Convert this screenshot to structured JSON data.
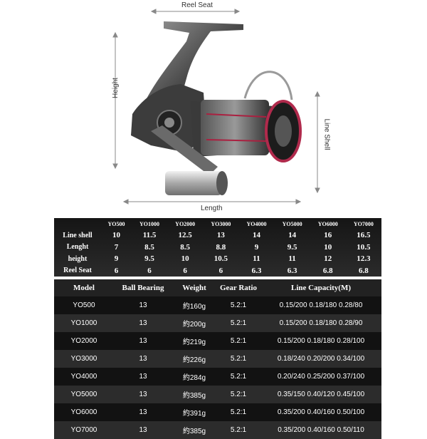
{
  "diagram": {
    "reel_seat": "Reel Seat",
    "height": "Height",
    "line_shell": "Line Shell",
    "length": "Length"
  },
  "spec_table": {
    "models": [
      "YO500",
      "YO1000",
      "YO2000",
      "YO3000",
      "YO4000",
      "YO5000",
      "YO6000",
      "YO7000"
    ],
    "rows": [
      {
        "label": "Line shell",
        "values": [
          "10",
          "11.5",
          "12.5",
          "13",
          "14",
          "14",
          "16",
          "16.5"
        ]
      },
      {
        "label": "Lenght",
        "values": [
          "7",
          "8.5",
          "8.5",
          "8.8",
          "9",
          "9.5",
          "10",
          "10.5"
        ]
      },
      {
        "label": "height",
        "values": [
          "9",
          "9.5",
          "10",
          "10.5",
          "11",
          "11",
          "12",
          "12.3"
        ]
      },
      {
        "label": "Reel Seat",
        "values": [
          "6",
          "6",
          "6",
          "6",
          "6.3",
          "6.3",
          "6.8",
          "6.8"
        ]
      }
    ]
  },
  "model_table": {
    "headers": [
      "Model",
      "Ball Bearing",
      "Weight",
      "Gear Ratio",
      "Line Capacity(M)"
    ],
    "rows": [
      [
        "YO500",
        "13",
        "約160g",
        "5.2:1",
        "0.15/200 0.18/180 0.28/80"
      ],
      [
        "YO1000",
        "13",
        "約200g",
        "5.2:1",
        "0.15/200 0.18/180 0.28/90"
      ],
      [
        "YO2000",
        "13",
        "約219g",
        "5.2:1",
        "0.15/200 0.18/180 0.28/100"
      ],
      [
        "YO3000",
        "13",
        "約226g",
        "5.2:1",
        "0.18/240 0.20/200 0.34/100"
      ],
      [
        "YO4000",
        "13",
        "約284g",
        "5.2:1",
        "0.20/240 0.25/200 0.37/100"
      ],
      [
        "YO5000",
        "13",
        "約385g",
        "5.2:1",
        "0.35/150 0.40/120 0.45/100"
      ],
      [
        "YO6000",
        "13",
        "約391g",
        "5.2:1",
        "0.35/200 0.40/160 0.50/100"
      ],
      [
        "YO7000",
        "13",
        "約385g",
        "5.2:1",
        "0.35/200 0.40/160 0.50/110"
      ]
    ]
  }
}
